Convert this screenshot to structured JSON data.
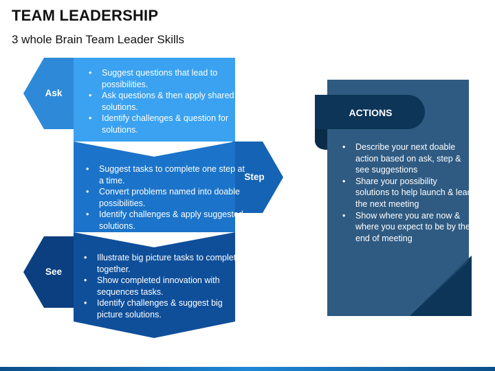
{
  "title": "TEAM LEADERSHIP",
  "subtitle": "3 whole Brain Team Leader Skills",
  "ask": {
    "label": "Ask",
    "bullets": [
      "Suggest questions that lead to possibilities.",
      "Ask questions & then apply shared solutions.",
      "Identify challenges & question for solutions."
    ]
  },
  "step": {
    "label": "Step",
    "bullets": [
      "Suggest tasks to complete one step at a time.",
      "Convert problems named into doable possibilities.",
      "Identify challenges & apply suggested solutions."
    ]
  },
  "see": {
    "label": "See",
    "bullets": [
      "Illustrate big picture tasks to complete together.",
      "Show completed innovation with sequences tasks.",
      "Identify challenges & suggest big picture solutions."
    ]
  },
  "actions": {
    "title": "ACTIONS",
    "bullets": [
      "Describe your next doable action based on ask, step & see suggestions",
      "Share your possibility solutions to help launch & lead the next meeting",
      "Show where you are now & where you expect to be by the end of meeting"
    ]
  },
  "colors": {
    "ask_panel": "#3aa2f0",
    "ask_tab": "#2e8ad8",
    "step_panel": "#1b74c9",
    "step_tab": "#1463b5",
    "see_panel": "#0f4f9a",
    "see_tab": "#0c3f80",
    "actions_card": "#2f5b82",
    "actions_header": "#0d3558",
    "actions_fold": "#1d4566"
  }
}
